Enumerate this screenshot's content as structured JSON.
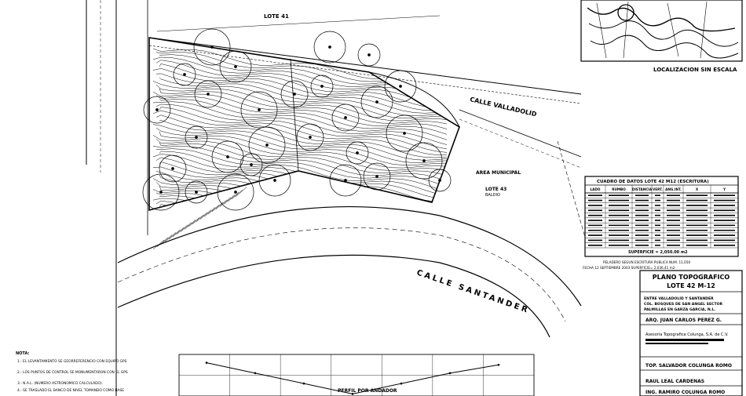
{
  "plan_labels": {
    "lote_41": "LOTE 41",
    "calle_valladolid": "CALLE VALLADOLID",
    "area_municipal": "AREA MUNICIPAL",
    "lote_43": "LOTE 43",
    "baldio": "BALDIO",
    "calle_santander": "CALLE SANTANDER"
  },
  "location_map": {
    "caption": "LOCALIZACION SIN ESCALA"
  },
  "data_table": {
    "title": "CUADRO DE DATOS LOTE 42 M12 (ESCRITURA)",
    "headers": [
      "LADO",
      "RUMBO",
      "DISTANCIA",
      "VERT.",
      "ANG.INT.",
      "X",
      "Y"
    ],
    "row_count": 11,
    "superficie": "SUPERFICIE = 2,050.00 m2",
    "note_1": "PELADERO SEGUN ESCRITURA PUBLICA NUM. 11,050",
    "note_2": "FECHA 12 SEPTIEMBRE 2003 SUPERFICIE= 2,036.41 m2"
  },
  "title_block": {
    "title": "PLANO TOPOGRAFICO",
    "subtitle": "LOTE 42 M-12",
    "location_lines": [
      "ENTRE VALLADOLID Y SANTANDER",
      "COL. BOSQUES DE SAN ANGEL SECTOR",
      "PALMILLAS EN GARZA GARCIA, N.L."
    ],
    "client": "ARQ. JUAN CARLOS PEREZ G.",
    "company": "Asesoria Topografica Colunga, S.A. de C.V.",
    "surveyor": "TOP. SALVADOR COLUNGA ROMO",
    "drafted_by": "RAUL LEAL CARDENAS",
    "reviewed_by": "ING. RAMIRO COLUNGA ROMO"
  },
  "notes": {
    "heading": "NOTA:",
    "items": [
      "1.- EL LEVANTAMIENTO SE GEORREFERENCIO CON EQUIPO GPS",
      "2.- LOS PUNTOS DE CONTROL SE MONUMENTARON CON EL GPS",
      "3.- N.A.L. (NUMERO ASTRONOMICO CALCULADO).",
      "4.- SE TRASLADO EL BANCO DE NIVEL TOMANDO COMO BASE"
    ]
  },
  "profile": {
    "label": "PERFIL POR ANDADOR"
  },
  "chart_data": {
    "type": "line",
    "x": [
      0,
      1,
      2,
      3,
      4,
      5,
      6
    ],
    "series": [
      {
        "values": [
          1090,
          1085,
          1080,
          1075,
          1080,
          1085,
          1089
        ]
      }
    ],
    "ylim": [
      1074,
      1094
    ],
    "grid": true
  }
}
